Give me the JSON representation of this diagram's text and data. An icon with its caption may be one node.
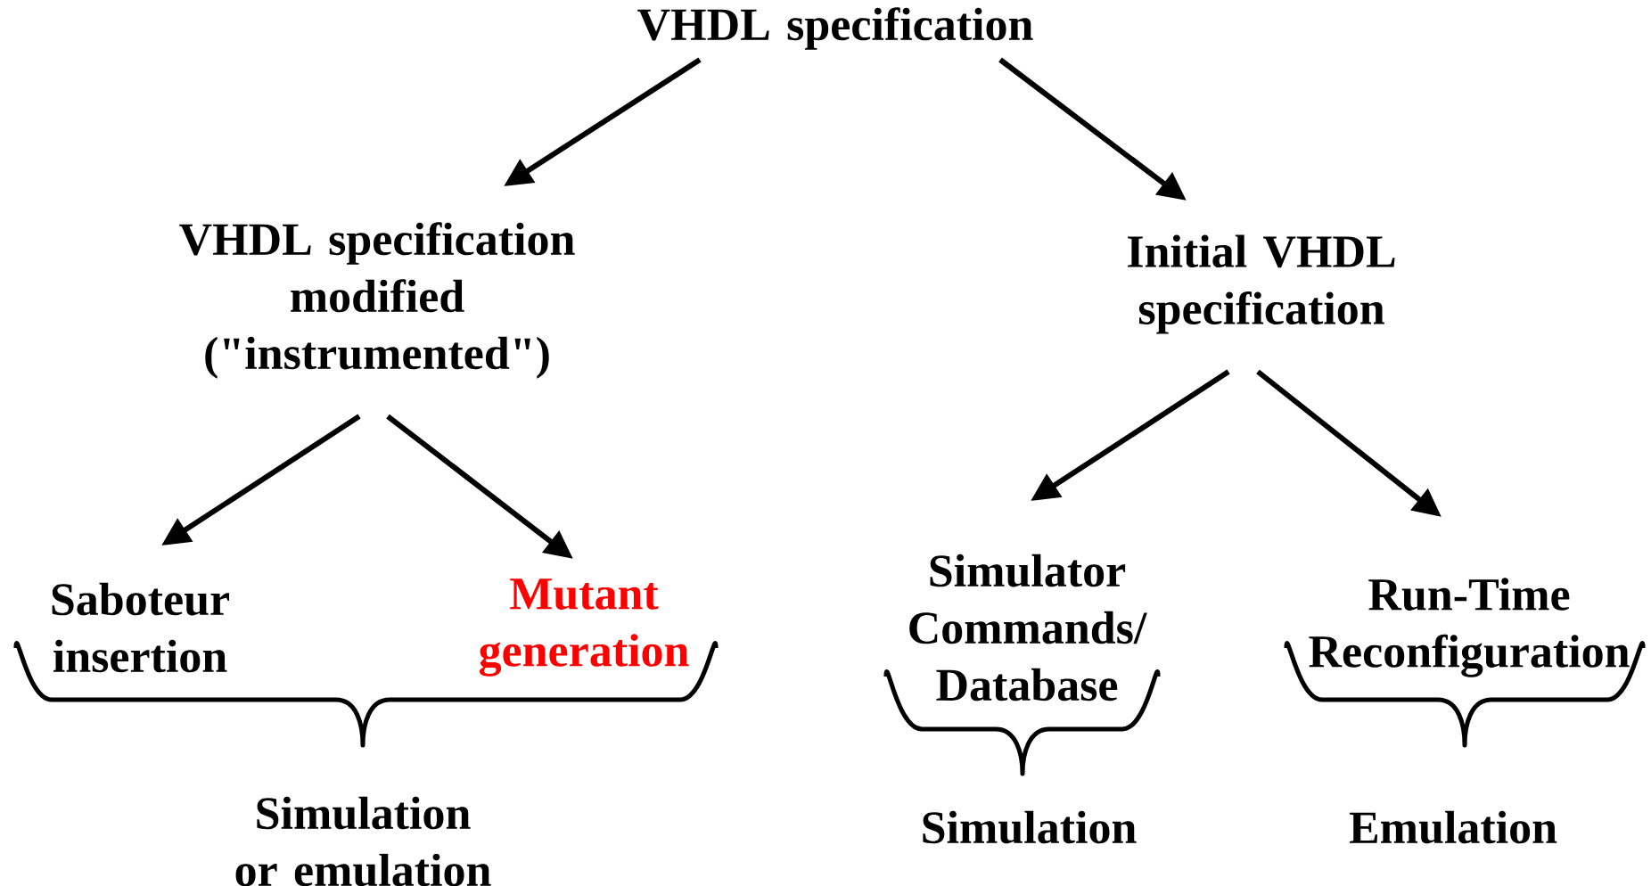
{
  "diagram": {
    "nodes": [
      {
        "text": [
          "VHDL specification"
        ]
      },
      {
        "text": [
          "VHDL specification modified (\"instrumented\")"
        ]
      },
      {
        "text": [
          "Initial VHDL specification"
        ]
      },
      {
        "text": [
          "Saboteur insertion"
        ]
      },
      {
        "text": [
          "Mutant generation"
        ]
      },
      {
        "text": [
          "Simulator Commands/ Database"
        ]
      },
      {
        "text": [
          "Run-Time Reconfiguration"
        ]
      }
    ],
    "edges": [
      {
        "from": 0,
        "to": 1,
        "arrow": "to"
      },
      {
        "from": 0,
        "to": 2,
        "arrow": "to"
      },
      {
        "from": 1,
        "to": 3,
        "arrow": "to"
      },
      {
        "from": 1,
        "to": 4,
        "arrow": "to"
      },
      {
        "from": 2,
        "to": 5,
        "arrow": "to"
      },
      {
        "from": 2,
        "to": 6,
        "arrow": "to"
      }
    ],
    "labels": [
      "Simulation or emulation",
      "Simulation",
      "Emulation"
    ]
  }
}
